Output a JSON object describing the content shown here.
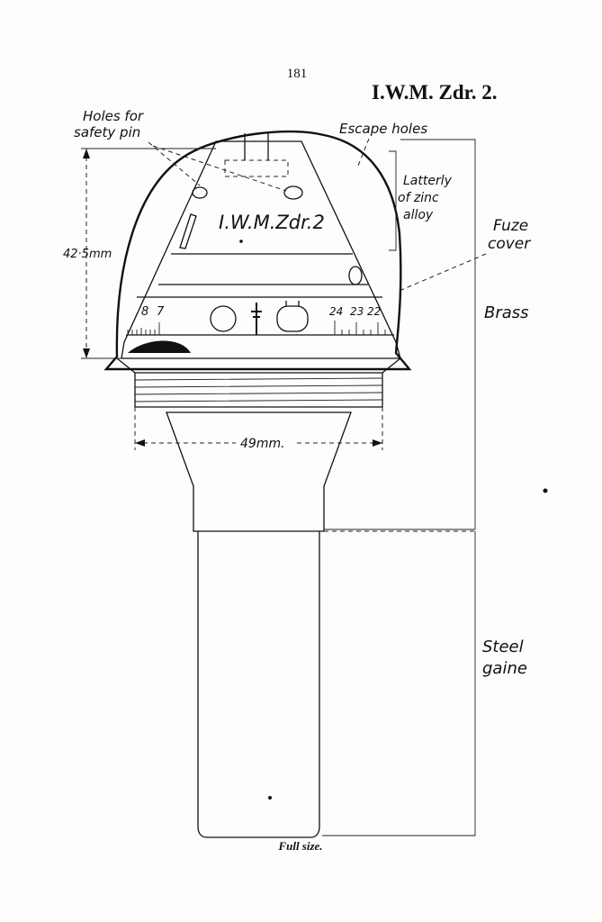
{
  "page": {
    "page_number": "181",
    "heading": "I.W.M. Zdr. 2.",
    "caption": "Full size."
  },
  "fuze": {
    "stamp": "I.W.M.Zdr.2",
    "left_scale": [
      "8",
      "7"
    ],
    "right_scale": [
      "24",
      "23",
      "22"
    ]
  },
  "annotations": {
    "holes_safety_pin_1": "Holes for",
    "holes_safety_pin_2": "safety pin",
    "escape_holes": "Escape holes",
    "lattice_1": "Latterly",
    "lattice_2": "of zinc",
    "lattice_3": "alloy",
    "fuze_cover_1": "Fuze",
    "fuze_cover_2": "cover",
    "brass": "Brass",
    "steel_gaine_1": "Steel",
    "steel_gaine_2": "gaine"
  },
  "dimensions": {
    "height": "42·5mm",
    "width": "49mm."
  }
}
